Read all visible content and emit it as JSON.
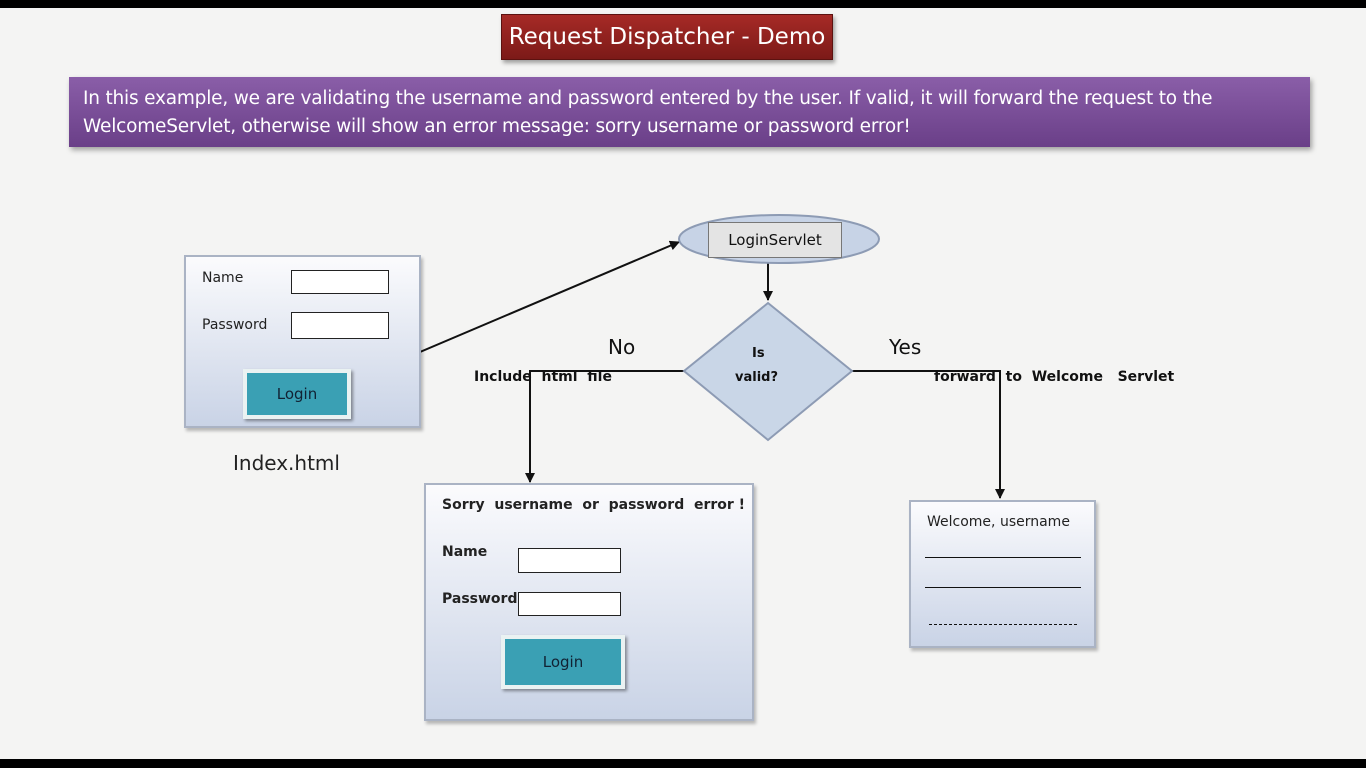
{
  "title": "Request Dispatcher - Demo",
  "description": "In this example, we are validating the username and password entered by the user. If valid, it will forward the request to the WelcomeServlet, otherwise will show an error message: sorry username or password error!",
  "index_form": {
    "name_label": "Name",
    "password_label": "Password",
    "login_button": "Login",
    "caption": "Index.html"
  },
  "servlet": {
    "label": "LoginServlet"
  },
  "decision": {
    "line1": "Is",
    "line2": "valid?"
  },
  "branches": {
    "no_label": "No",
    "yes_label": "Yes",
    "no_action": "Include  html  file",
    "yes_action": "forward  to  Welcome   Servlet"
  },
  "error_form": {
    "message": "Sorry  username  or  password  error !",
    "name_label": "Name",
    "password_label": "Password",
    "login_button": "Login"
  },
  "welcome_page": {
    "message": "Welcome, username"
  }
}
